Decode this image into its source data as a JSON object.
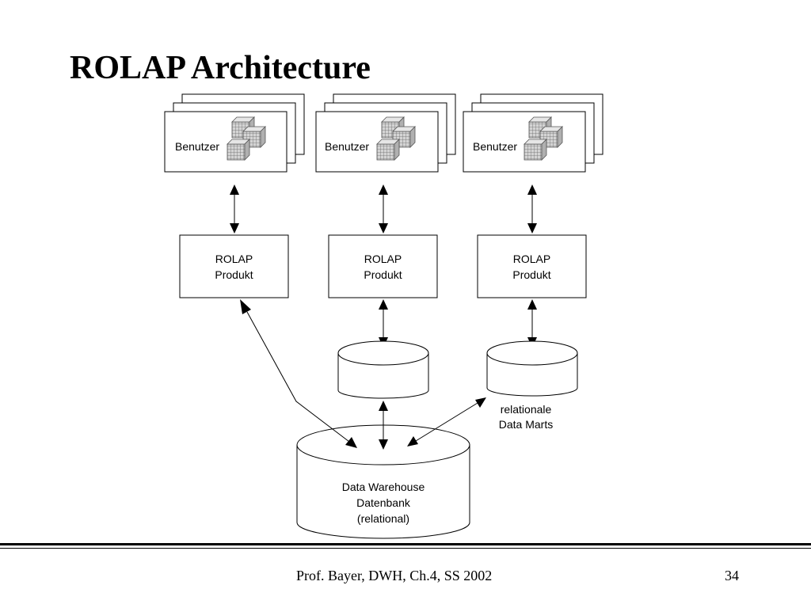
{
  "slide": {
    "title": "ROLAP Architecture",
    "footer": "Prof. Bayer, DWH, Ch.4, SS 2002",
    "page_number": "34"
  },
  "diagram": {
    "users": [
      {
        "label": "Benutzer",
        "icon": "cube-stack-icon"
      },
      {
        "label": "Benutzer",
        "icon": "cube-stack-icon"
      },
      {
        "label": "Benutzer",
        "icon": "cube-stack-icon"
      }
    ],
    "rolap_products": [
      {
        "line1": "ROLAP",
        "line2": "Produkt"
      },
      {
        "line1": "ROLAP",
        "line2": "Produkt"
      },
      {
        "line1": "ROLAP",
        "line2": "Produkt"
      }
    ],
    "data_marts_label": {
      "line1": "relationale",
      "line2": "Data Marts"
    },
    "warehouse": {
      "line1": "Data Warehouse",
      "line2": "Datenbank",
      "line3": "(relational)"
    }
  }
}
